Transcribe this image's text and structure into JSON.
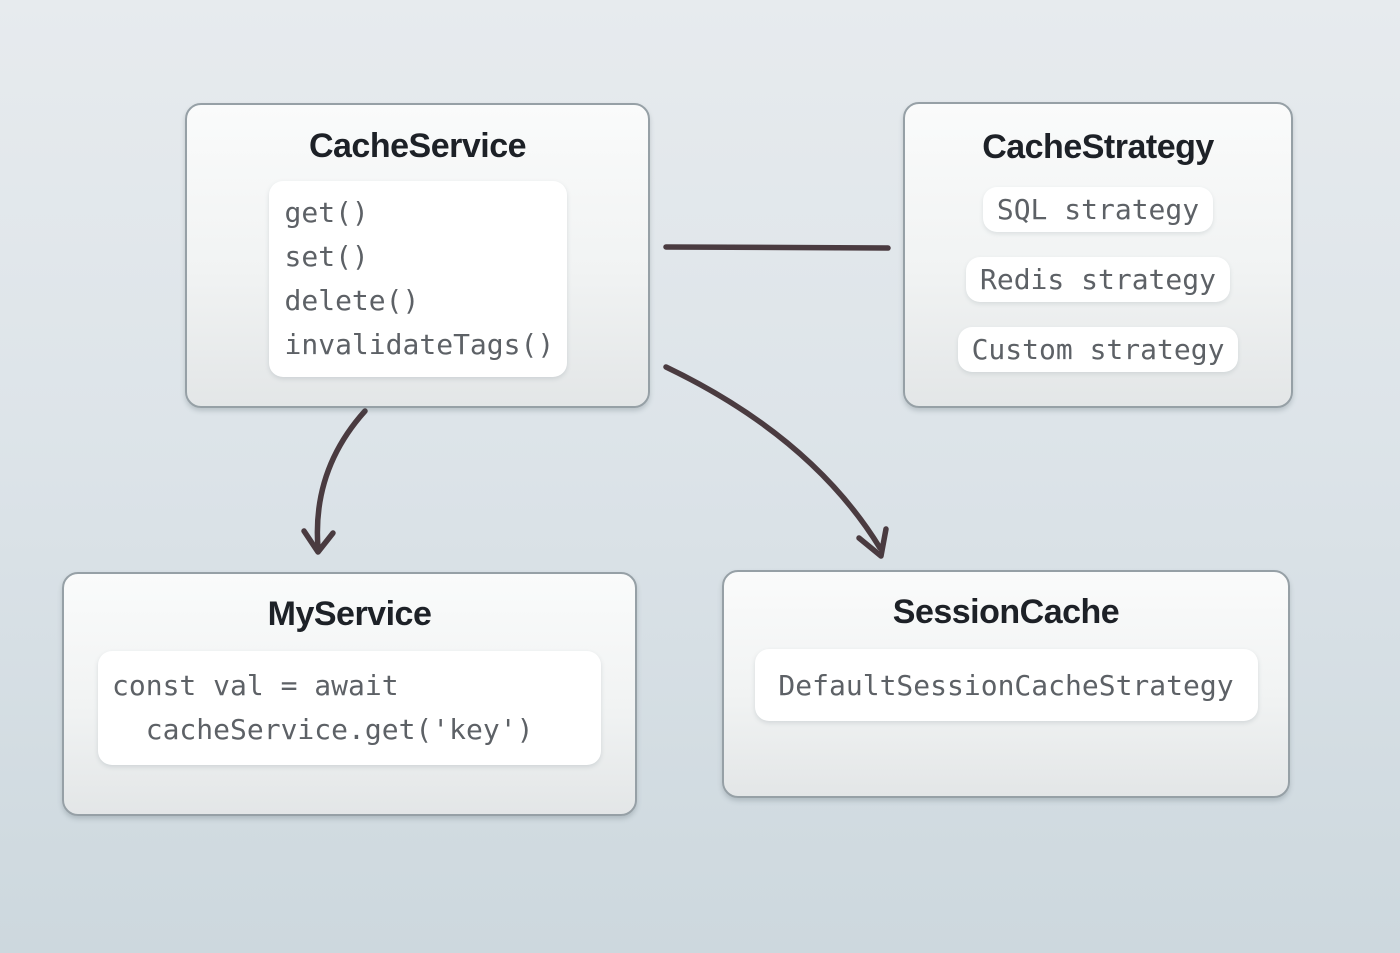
{
  "diagram": {
    "nodes": {
      "cache_service": {
        "title": "CacheService",
        "methods": [
          "get()",
          "set()",
          "delete()",
          "invalidateTags()"
        ]
      },
      "cache_strategy": {
        "title": "CacheStrategy",
        "strategies": [
          "SQL strategy",
          "Redis strategy",
          "Custom strategy"
        ]
      },
      "my_service": {
        "title": "MyService",
        "code_lines": [
          "const val = await",
          "  cacheService.get('key')"
        ]
      },
      "session_cache": {
        "title": "SessionCache",
        "value": "DefaultSessionCacheStrategy"
      }
    },
    "edges": [
      {
        "from": "CacheService",
        "to": "CacheStrategy",
        "style": "plain-line"
      },
      {
        "from": "CacheService",
        "to": "MyService",
        "style": "curved-arrow"
      },
      {
        "from": "CacheService",
        "to": "SessionCache",
        "style": "curved-arrow"
      }
    ],
    "colors": {
      "background_top": "#e7ebee",
      "background_bottom": "#cdd8de",
      "node_border": "#96a0a6",
      "node_fill_top": "#fafbfb",
      "node_fill_bottom": "#e3e6e7",
      "panel_fill": "#ffffff",
      "title_text": "#1d2127",
      "code_text": "#5d6166",
      "arrow": "#4a3b40"
    }
  }
}
